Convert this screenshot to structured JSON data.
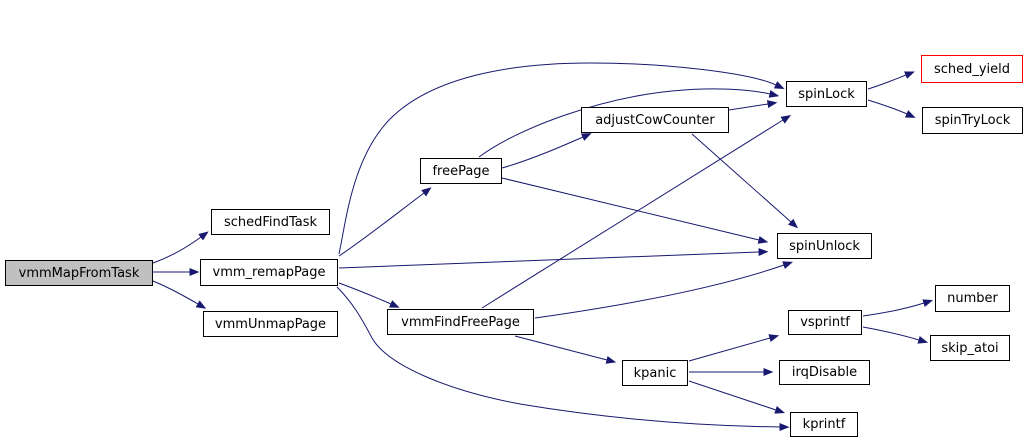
{
  "diagram": {
    "type": "call-graph",
    "background_color": "#ffffff",
    "edge_color": "#191970",
    "node_fill_color": "#ffffff",
    "node_border_color": "#000000",
    "root_node_fill_color": "#c0c0c0",
    "highlight_border_color": "#ff0000",
    "nodes": [
      {
        "id": "vmmMapFromTask",
        "label": "vmmMapFromTask",
        "style": "root"
      },
      {
        "id": "schedFindTask",
        "label": "schedFindTask",
        "style": "normal"
      },
      {
        "id": "vmm_remapPage",
        "label": "vmm_remapPage",
        "style": "normal"
      },
      {
        "id": "vmmUnmapPage",
        "label": "vmmUnmapPage",
        "style": "normal"
      },
      {
        "id": "freePage",
        "label": "freePage",
        "style": "normal"
      },
      {
        "id": "adjustCowCounter",
        "label": "adjustCowCounter",
        "style": "normal"
      },
      {
        "id": "spinLock",
        "label": "spinLock",
        "style": "normal"
      },
      {
        "id": "sched_yield",
        "label": "sched_yield",
        "style": "highlight"
      },
      {
        "id": "spinTryLock",
        "label": "spinTryLock",
        "style": "normal"
      },
      {
        "id": "spinUnlock",
        "label": "spinUnlock",
        "style": "normal"
      },
      {
        "id": "vmmFindFreePage",
        "label": "vmmFindFreePage",
        "style": "normal"
      },
      {
        "id": "kpanic",
        "label": "kpanic",
        "style": "normal"
      },
      {
        "id": "vsprintf",
        "label": "vsprintf",
        "style": "normal"
      },
      {
        "id": "irqDisable",
        "label": "irqDisable",
        "style": "normal"
      },
      {
        "id": "kprintf",
        "label": "kprintf",
        "style": "normal"
      },
      {
        "id": "number",
        "label": "number",
        "style": "normal"
      },
      {
        "id": "skip_atoi",
        "label": "skip_atoi",
        "style": "normal"
      }
    ],
    "edges": [
      {
        "from": "vmmMapFromTask",
        "to": "schedFindTask"
      },
      {
        "from": "vmmMapFromTask",
        "to": "vmm_remapPage"
      },
      {
        "from": "vmmMapFromTask",
        "to": "vmmUnmapPage"
      },
      {
        "from": "vmm_remapPage",
        "to": "freePage"
      },
      {
        "from": "vmm_remapPage",
        "to": "spinLock"
      },
      {
        "from": "vmm_remapPage",
        "to": "spinUnlock"
      },
      {
        "from": "vmm_remapPage",
        "to": "vmmFindFreePage"
      },
      {
        "from": "vmm_remapPage",
        "to": "kprintf"
      },
      {
        "from": "freePage",
        "to": "adjustCowCounter"
      },
      {
        "from": "freePage",
        "to": "spinLock"
      },
      {
        "from": "freePage",
        "to": "spinUnlock"
      },
      {
        "from": "adjustCowCounter",
        "to": "spinLock"
      },
      {
        "from": "adjustCowCounter",
        "to": "spinUnlock"
      },
      {
        "from": "vmmFindFreePage",
        "to": "spinLock"
      },
      {
        "from": "vmmFindFreePage",
        "to": "spinUnlock"
      },
      {
        "from": "vmmFindFreePage",
        "to": "kpanic"
      },
      {
        "from": "kpanic",
        "to": "vsprintf"
      },
      {
        "from": "kpanic",
        "to": "irqDisable"
      },
      {
        "from": "kpanic",
        "to": "kprintf"
      },
      {
        "from": "vsprintf",
        "to": "number"
      },
      {
        "from": "vsprintf",
        "to": "skip_atoi"
      },
      {
        "from": "spinLock",
        "to": "sched_yield"
      },
      {
        "from": "spinLock",
        "to": "spinTryLock"
      }
    ]
  }
}
